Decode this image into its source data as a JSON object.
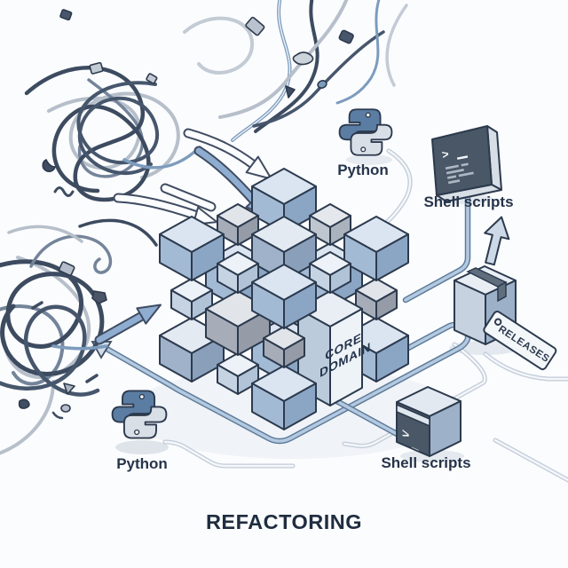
{
  "title": {
    "text": "REFACTORING"
  },
  "core_domain": {
    "line1": "CORE",
    "line2": "DOMAIN"
  },
  "icons": {
    "python_top": {
      "label": "Python"
    },
    "shell_top": {
      "label": "Shell scripts",
      "prompt": ">"
    },
    "python_bottom": {
      "label": "Python"
    },
    "shell_bottom": {
      "label": "Shell scripts",
      "prompt": ">",
      "cursor": "_"
    },
    "releases": {
      "label": "RELEASES"
    }
  },
  "colors": {
    "background": "#fbfcfe",
    "outline": "#2c3a4e",
    "text": "#26344a",
    "title_text": "#1f2d40",
    "accent_blue": "#8fadd0",
    "trace_fill": "#b3c9e0",
    "trace_edge": "#5d7a99",
    "light_trace": "#c2ccd8",
    "terminal_face": "#4a5766",
    "python_blue": "#5b7da3",
    "python_gray": "#d9dfe7"
  },
  "cube": {
    "grid": 3,
    "default_big": "blue",
    "default_small": "light",
    "skip": [
      "2,1,0",
      "2,1,1"
    ],
    "pillar": {
      "i": 2,
      "j": 1,
      "variant": "label"
    },
    "overrides": {
      "0,1,2": "gray",
      "1,0,0": "gray",
      "2,0,1": "gray",
      "1,2,1": "gray",
      "0,2,0": "steel",
      "1,1,2": "steel",
      "0,0,0": "steel",
      "2,2,1": "gray",
      "1,0,2": "lightgray",
      "0,1,0": "lightgray"
    },
    "palette": {
      "blue": {
        "t": "#dbe5f1",
        "l": "#a3bad4",
        "r": "#8ba6c4"
      },
      "steel": {
        "t": "#e3eaf2",
        "l": "#9fb2c9",
        "r": "#8aa0ba"
      },
      "gray": {
        "t": "#e1e5ea",
        "l": "#a6adb8",
        "r": "#959ca8"
      },
      "light": {
        "t": "#edf2f8",
        "l": "#c6d3e2",
        "r": "#b1c3d7"
      },
      "lightgray": {
        "t": "#e4e8ed",
        "l": "#bfc6cf",
        "r": "#aab2bd"
      },
      "label": {
        "t": "#e9eef5",
        "l": "#bccbdb",
        "r": "#eef3f8"
      }
    }
  }
}
